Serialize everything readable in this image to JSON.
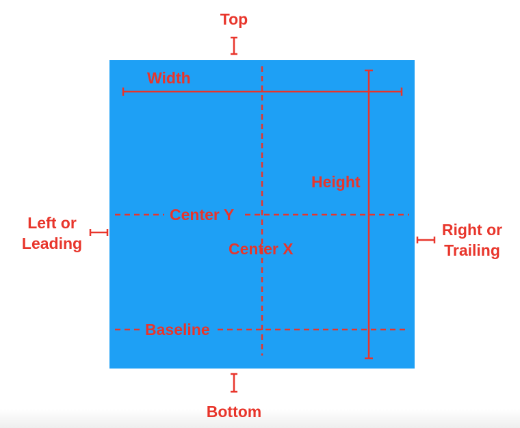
{
  "colors": {
    "box": "#1ea0f5",
    "annotation": "#e8352b",
    "background": "#ffffff"
  },
  "labels": {
    "top": "Top",
    "bottom": "Bottom",
    "width": "Width",
    "height": "Height",
    "center_y": "Center Y",
    "center_x": "Center X",
    "baseline": "Baseline",
    "left_line1": "Left or",
    "left_line2": "Leading",
    "right_line1": "Right or",
    "right_line2": "Trailing"
  }
}
